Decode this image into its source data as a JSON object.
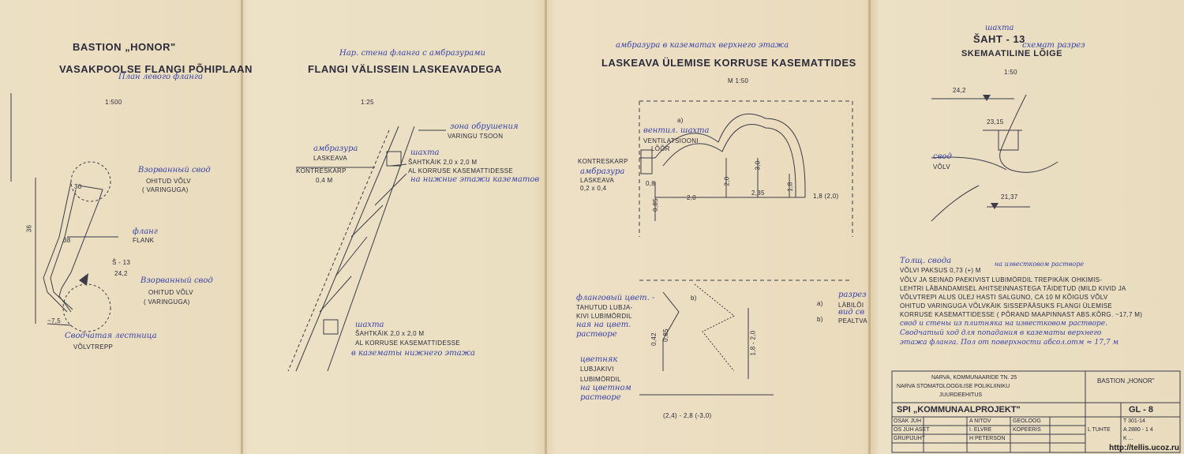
{
  "panel1": {
    "title_line1": "BASTION „HONOR\"",
    "title_line2": "VASAKPOOLSE FLANGI PÕHIPLAAN",
    "title_hw": "План левого фланга",
    "scale": "1:500",
    "dim_36": "36",
    "dim_30": "30",
    "dim_38": "38",
    "dim_75": "~7,5",
    "label_vault1_hw": "Взорванный свод",
    "label_vault1": "OHITUD VÕLV",
    "label_vault1b": "( VARINGUGA)",
    "label_flank_hw": "фланг",
    "label_flank": "FLANK",
    "label_shaft": "Š - 13",
    "label_shaft_num": "24,2",
    "label_vault2_hw": "Взорванный свод",
    "label_vault2": "OHITUD VÕLV",
    "label_vault2b": "( VARINGUGA)",
    "label_stair_hw": "Сводчатая лестница",
    "label_stair": "VÕLVTREPP"
  },
  "panel2": {
    "title_hw": "Нар. стена фланга с амбразурами",
    "title": "FLANGI VÄLISSEIN LASKEAVADEGA",
    "scale": "1:25",
    "zone_hw": "зона обрушения",
    "zone": "VARINGU TSOON",
    "embr_hw": "амбразура",
    "embr": "LASKEAVA",
    "shaft_hw": "шахта",
    "shaft": "ŠAHTKÄIK  2,0 x 2,0 M",
    "shaft_note": "AL KORRUSE KASEMATTIDESSE",
    "shaft_note_hw": "на нижние этажи казематов",
    "kontreskarp": "KONTRESKARP",
    "kontreskarp_dim": "0,4 M",
    "shaft2_hw": "шахта",
    "shaft2": "ŠAHTKÄIK   2,0 x 2,0 M",
    "shaft2_note": "AL KORRUSE  KASEMATTIDESSE",
    "shaft2_note_hw": "в казематы нижнего этажа"
  },
  "panel3": {
    "title_hw": "амбразура в казематах верхнего этажа",
    "title": "LASKEAVA  ÜLEMISE KORRUSE KASEMATTIDES",
    "scale": "M 1:50",
    "a_label": "a)",
    "vent_hw": "вентил. шахта",
    "vent": "VENTILATSIOONI",
    "vent2": "LÕÕR",
    "kontreskarp": "KONTRESKARP",
    "embr_hw": "амбразура",
    "embr": "LASKEAVA",
    "embr_dim": "0,2 x 0,4",
    "d08": "0,8",
    "d20a": "2,0",
    "d20b": "2,0",
    "d235": "2,35",
    "d30": "3,0",
    "d18": "1,8",
    "d18b": "1,8 (2,0)",
    "d085": "0,85",
    "b_label": "b)",
    "plaster_hw": "фланговый цвет. -",
    "plaster_hw2": "ная на цвет.",
    "plaster_hw3": "растворе",
    "plaster": "TAHUTUD LUBJA-",
    "plaster2": "KIVI LUBIMÖRDIL",
    "lime_hw": "цветняк",
    "lime": "LUBJAKIVI",
    "lime2": "LUBIMÖRDIL",
    "lime_hw2": "на цветном",
    "lime_hw3": "растворе",
    "d042": "0,42",
    "d085b": "0,85",
    "d18_20": "1,8 - 2,0",
    "bottom_dim": "(2,4) - 2,8 (-3,0)",
    "legend_a": "a)",
    "legend_b": "b)",
    "legend_hw": "разрез",
    "legend_hw2": "вид св",
    "legend_a_t": "LÄBILÕI",
    "legend_b_t": "PEALTVA"
  },
  "panel4": {
    "title_hw": "шахта",
    "title": "ŠAHT - 13",
    "title_hw2": "схемат разрез",
    "title2": "SKEMAATILINE LÕIGE",
    "scale": "1:50",
    "d242": "24,2",
    "d2315": "23,15",
    "vault_hw": "свод",
    "vault": "VÕLV",
    "d2137": "21,37",
    "notes_hw": "Толщ. свода",
    "notes": [
      "VÕLVI PAKSUS 0,73 (+) M",
      "VÕLV JA SEINAD PAEKIVIST LUBIMÖRDIL TREPIKÄIK OHKIMIS-",
      "LEHTRI LÄBANDAMISEL AHITSEINNASTEGA TÄIDETUD (MILD KIVID JA",
      "VÕLVTREPI ALUS  ÜLEJ HASTI SALGUNO, CA 10 M KÕIGUS VÕLV",
      "OHITUD VARINGUGA VÕLVKÄIK SISSEPÄÄSUKS FLANGI ÜLEMISE",
      "KORRUSE KASEMATTIDESSE ( PÕRAND MAAPINNAST ABS.KÕRG. ~17,7 M)"
    ],
    "notes_hw_lines": [
      "на известковом растворе",
      "свод и стены из плитняка на известковом растворе.",
      "Сводчатый ход для попадания в казематы верхнего",
      "этажа фланга. Пол от поверхности абсол.отм ≈ 17,7 м"
    ]
  },
  "titleblock": {
    "address1": "NARVA, KOMMUNAARIDE TN. 25",
    "address2": "NARVA STOMATOLOOGILISE POLIKLIINIKU",
    "address3": "JUURDEEHITUS",
    "object": "BASTION „HONOR\"",
    "org": "SPI „KOMMUNAALPROJEKT\"",
    "sheet": "GL - 8",
    "role1": "OSAK JUH",
    "role2": "OS JUH ASET",
    "role3": "GRUPIJUHT",
    "name1": "A NITOV",
    "name2": "I. ELVRE",
    "name3": "H PETERSON",
    "r2c1": "GEOLOOG",
    "r2c2": "KOPEERIS",
    "tutle": "L TUHTE",
    "t_code": "T  301-14",
    "a_code": "A  2880 - 1 4",
    "k_code": "K  ..."
  },
  "watermark": "http://tellis.ucoz.ru"
}
